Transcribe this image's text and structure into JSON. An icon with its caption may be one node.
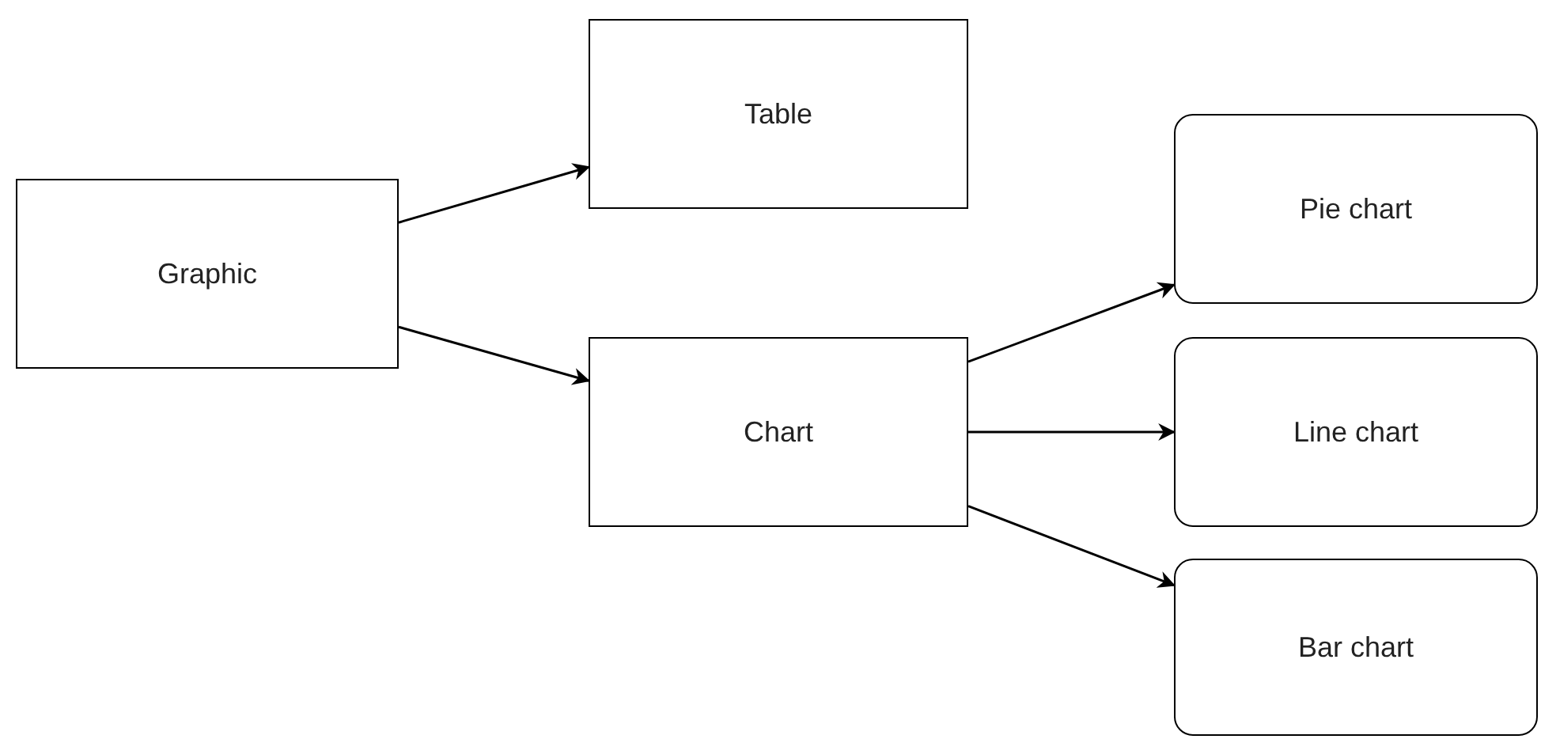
{
  "diagram": {
    "nodes": [
      {
        "text": [
          "Graphic"
        ]
      },
      {
        "text": [
          "Table"
        ]
      },
      {
        "text": [
          "Chart"
        ]
      },
      {
        "text": [
          "Pie chart"
        ]
      },
      {
        "text": [
          "Line chart"
        ]
      },
      {
        "text": [
          "Bar chart"
        ]
      }
    ],
    "edges": [
      {
        "from": 0,
        "to": 1,
        "arrow": "to"
      },
      {
        "from": 0,
        "to": 2,
        "arrow": "to"
      },
      {
        "from": 2,
        "to": 3,
        "arrow": "to"
      },
      {
        "from": 2,
        "to": 4,
        "arrow": "to"
      },
      {
        "from": 2,
        "to": 5,
        "arrow": "to"
      }
    ]
  }
}
